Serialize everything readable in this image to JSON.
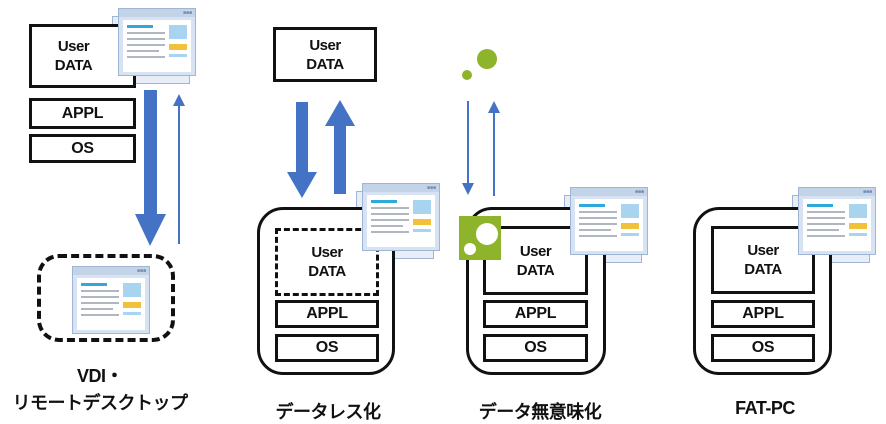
{
  "labels": {
    "user_data": "User\nDATA",
    "appl": "APPL",
    "os": "OS"
  },
  "captions": {
    "vdi": "VDI・\nリモートデスクトップ",
    "dataless": "データレス化",
    "meaningless": "データ無意味化",
    "fatpc": "FAT-PC"
  },
  "colors": {
    "arrow_blue": "#4472c4",
    "lime": "#8db42a",
    "border": "#111111"
  },
  "icons": [
    "app-window-icon",
    "lime-circles-icon",
    "lime-square-icon"
  ]
}
